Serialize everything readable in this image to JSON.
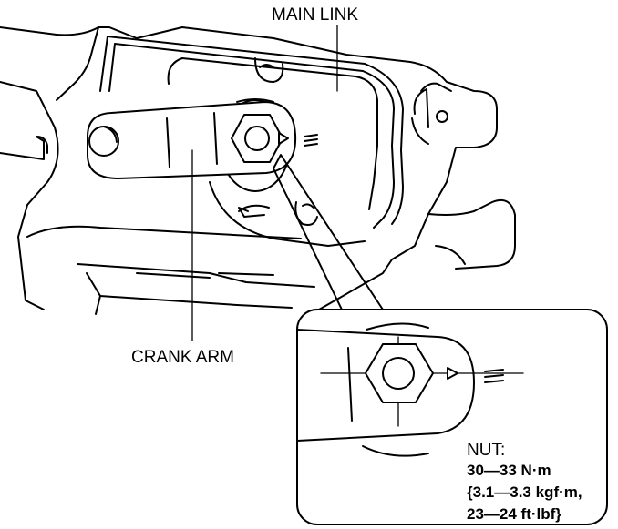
{
  "labels": {
    "main_link": "MAIN LINK",
    "crank_arm": "CRANK ARM",
    "nut": "NUT:"
  },
  "torque_spec": {
    "line1": "30—33 N·m",
    "line2": "{3.1—3.3 kgf·m,",
    "line3": "23—24 ft·lbf}"
  },
  "icons": {
    "torque_mark": "triangle-with-three-bars"
  }
}
